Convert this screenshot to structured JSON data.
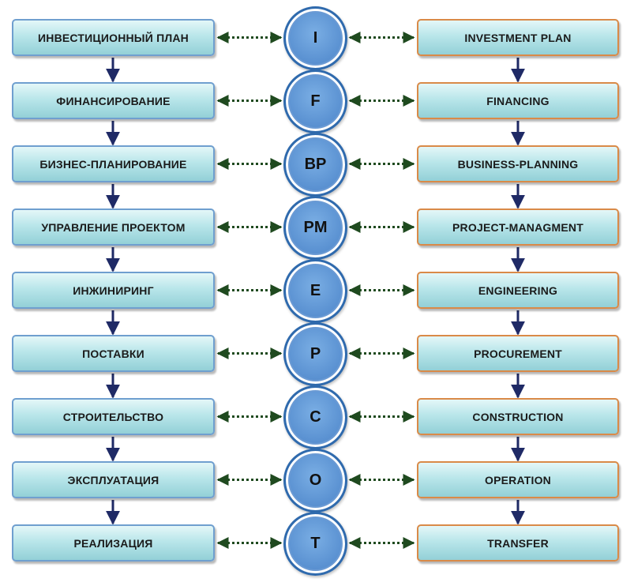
{
  "rows": [
    {
      "ru": "ИНВЕСТИЦИОННЫЙ ПЛАН",
      "code": "I",
      "en": "INVESTMENT PLAN"
    },
    {
      "ru": "ФИНАНСИРОВАНИЕ",
      "code": "F",
      "en": "FINANCING"
    },
    {
      "ru": "БИЗНЕС-ПЛАНИРОВАНИЕ",
      "code": "BP",
      "en": "BUSINESS-PLANNING"
    },
    {
      "ru": "УПРАВЛЕНИЕ ПРОЕКТОМ",
      "code": "PM",
      "en": "PROJECT-MANAGMENT"
    },
    {
      "ru": "ИНЖИНИРИНГ",
      "code": "E",
      "en": "ENGINEERING"
    },
    {
      "ru": "ПОСТАВКИ",
      "code": "P",
      "en": "PROCUREMENT"
    },
    {
      "ru": "СТРОИТЕЛЬСТВО",
      "code": "C",
      "en": "CONSTRUCTION"
    },
    {
      "ru": "ЭКСПЛУАТАЦИЯ",
      "code": "O",
      "en": "OPERATION"
    },
    {
      "ru": "РЕАЛИЗАЦИЯ",
      "code": "T",
      "en": "TRANSFER"
    }
  ],
  "colors": {
    "left_border": "#6f9fcf",
    "right_border": "#d98a48",
    "box_fill": "#b9e6ea",
    "circle_fill": "#5b92d2",
    "flow_arrow": "#1f2a66",
    "link_arrow": "#1f4a1f"
  }
}
